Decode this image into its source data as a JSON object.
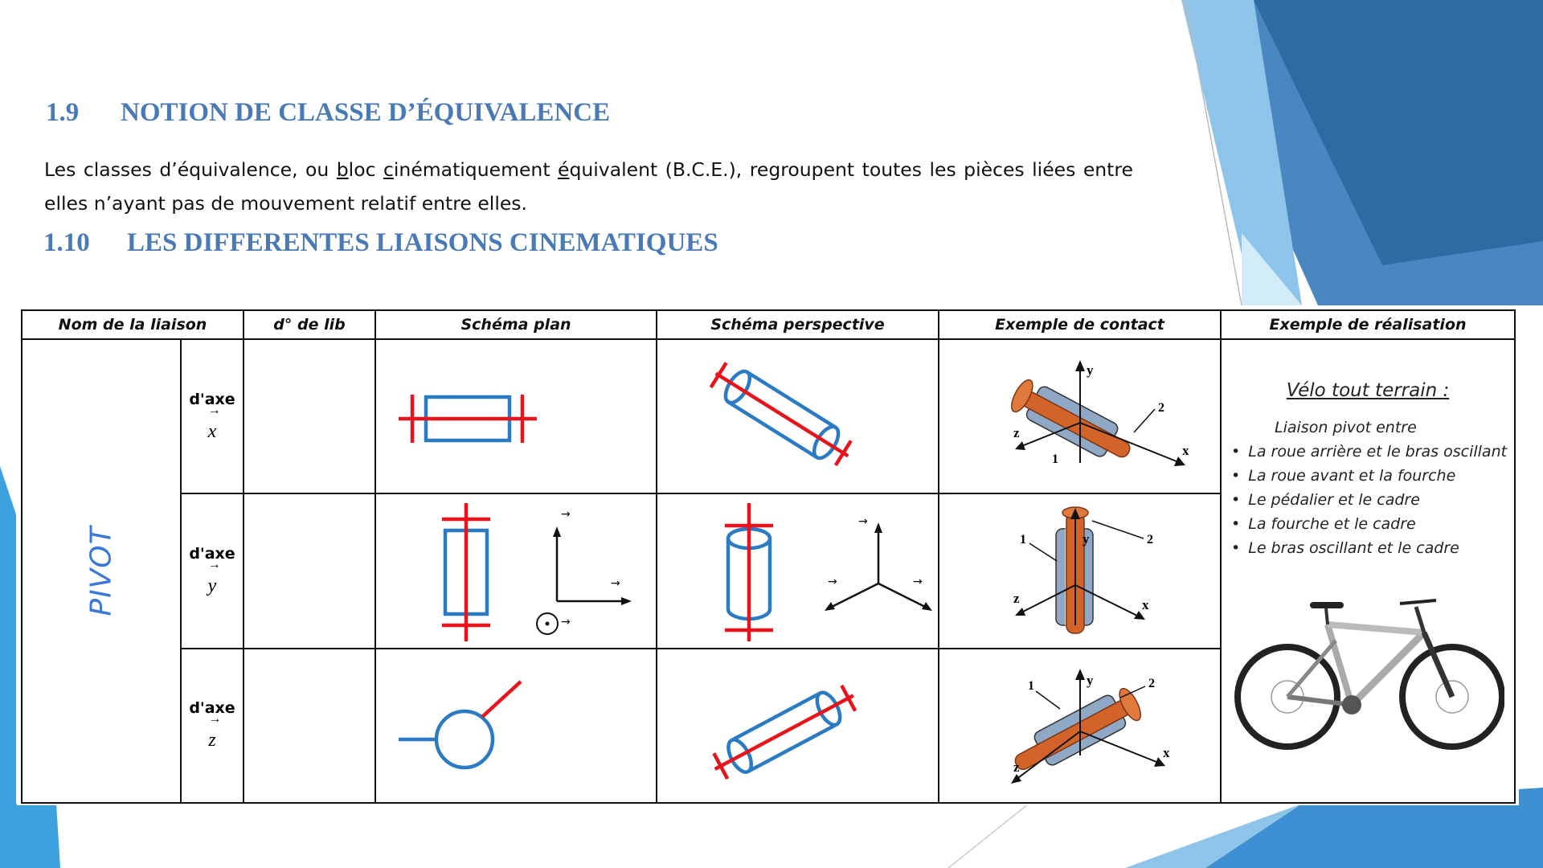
{
  "section1": {
    "number": "1.9",
    "title": "NOTION DE CLASSE D’ÉQUIVALENCE"
  },
  "paragraph": {
    "p1": "Les classes d’équivalence, ou ",
    "u1": "b",
    "p2": "loc ",
    "u2": "c",
    "p3": "inématiquement ",
    "u3": "é",
    "p4": "quivalent (B.C.E.), regroupent toutes les pièces liées entre elles n’ayant pas de mouvement relatif entre elles."
  },
  "section2": {
    "number": "1.10",
    "title": "LES DIFFERENTES LIAISONS CINEMATIQUES"
  },
  "table": {
    "headers": [
      "Nom de la liaison",
      "d° de lib",
      "Schéma plan",
      "Schéma perspective",
      "Exemple de contact",
      "Exemple de réalisation"
    ],
    "liaison_name": "PIVOT",
    "rows": [
      {
        "axis_label": "d'axe",
        "axis": "x"
      },
      {
        "axis_label": "d'axe",
        "axis": "y"
      },
      {
        "axis_label": "d'axe",
        "axis": "z"
      }
    ],
    "contact_labels": [
      "1",
      "2",
      "x",
      "y",
      "z"
    ],
    "arrow_glyph": "→",
    "realisation": {
      "title": "Vélo tout terrain :",
      "intro": "Liaison pivot entre",
      "items": [
        "La roue arrière et le bras oscillant",
        "La roue avant et la fourche",
        "Le pédalier et le cadre",
        "La fourche et le cadre",
        "Le bras oscillant et le cadre"
      ]
    }
  },
  "colors": {
    "heading": "#4a7ab5",
    "pivot": "#3a78d8",
    "schema_blue": "#2a7bc4",
    "schema_red": "#e8141b",
    "part_orange": "#d2642a"
  }
}
